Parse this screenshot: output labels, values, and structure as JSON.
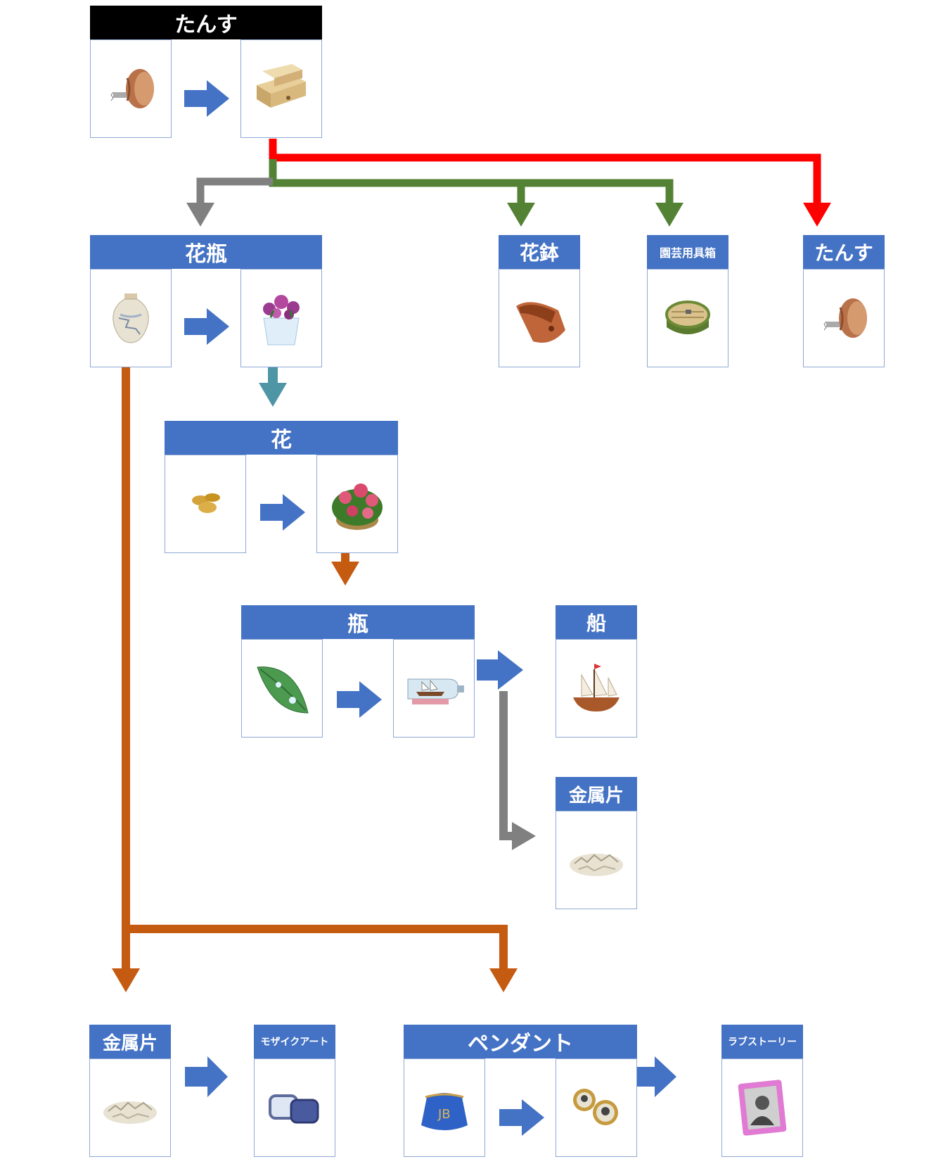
{
  "nodes": {
    "tansu_top": {
      "title": "たんす",
      "items": [
        "knob-icon",
        "wood-box-icon"
      ]
    },
    "kabin": {
      "title": "花瓶",
      "items": [
        "cracked-vase-icon",
        "flower-vase-icon"
      ]
    },
    "hachi": {
      "title": "花鉢",
      "items": [
        "clay-pot-icon"
      ]
    },
    "engei": {
      "title": "園芸用具箱",
      "items": [
        "wood-barrel-icon"
      ]
    },
    "tansu_right": {
      "title": "たんす",
      "items": [
        "knob-icon"
      ]
    },
    "hana": {
      "title": "花",
      "items": [
        "seeds-icon",
        "flower-bush-icon"
      ]
    },
    "bin": {
      "title": "瓶",
      "items": [
        "leaf-icon",
        "ship-in-bottle-icon"
      ]
    },
    "fune": {
      "title": "船",
      "items": [
        "sailing-ship-icon"
      ]
    },
    "kinzoku_mid": {
      "title": "金属片",
      "items": [
        "metal-flakes-icon"
      ]
    },
    "kinzoku_low": {
      "title": "金属片",
      "items": [
        "metal-flakes-icon"
      ]
    },
    "mosaic": {
      "title": "モザイクアート",
      "items": [
        "mosaic-tiles-icon"
      ]
    },
    "pendant": {
      "title": "ペンダント",
      "items": [
        "pouch-icon",
        "locket-icon"
      ]
    },
    "lovestory": {
      "title": "ラブストーリー",
      "items": [
        "portrait-frame-icon"
      ]
    }
  },
  "colors": {
    "header_blue": "#4472c4",
    "header_black": "#000000",
    "arrow_blue": "#4472c4",
    "connector_red": "#ff0000",
    "connector_green": "#548235",
    "connector_gray": "#808080",
    "connector_teal": "#4e95a6",
    "connector_orange": "#c55a11"
  }
}
